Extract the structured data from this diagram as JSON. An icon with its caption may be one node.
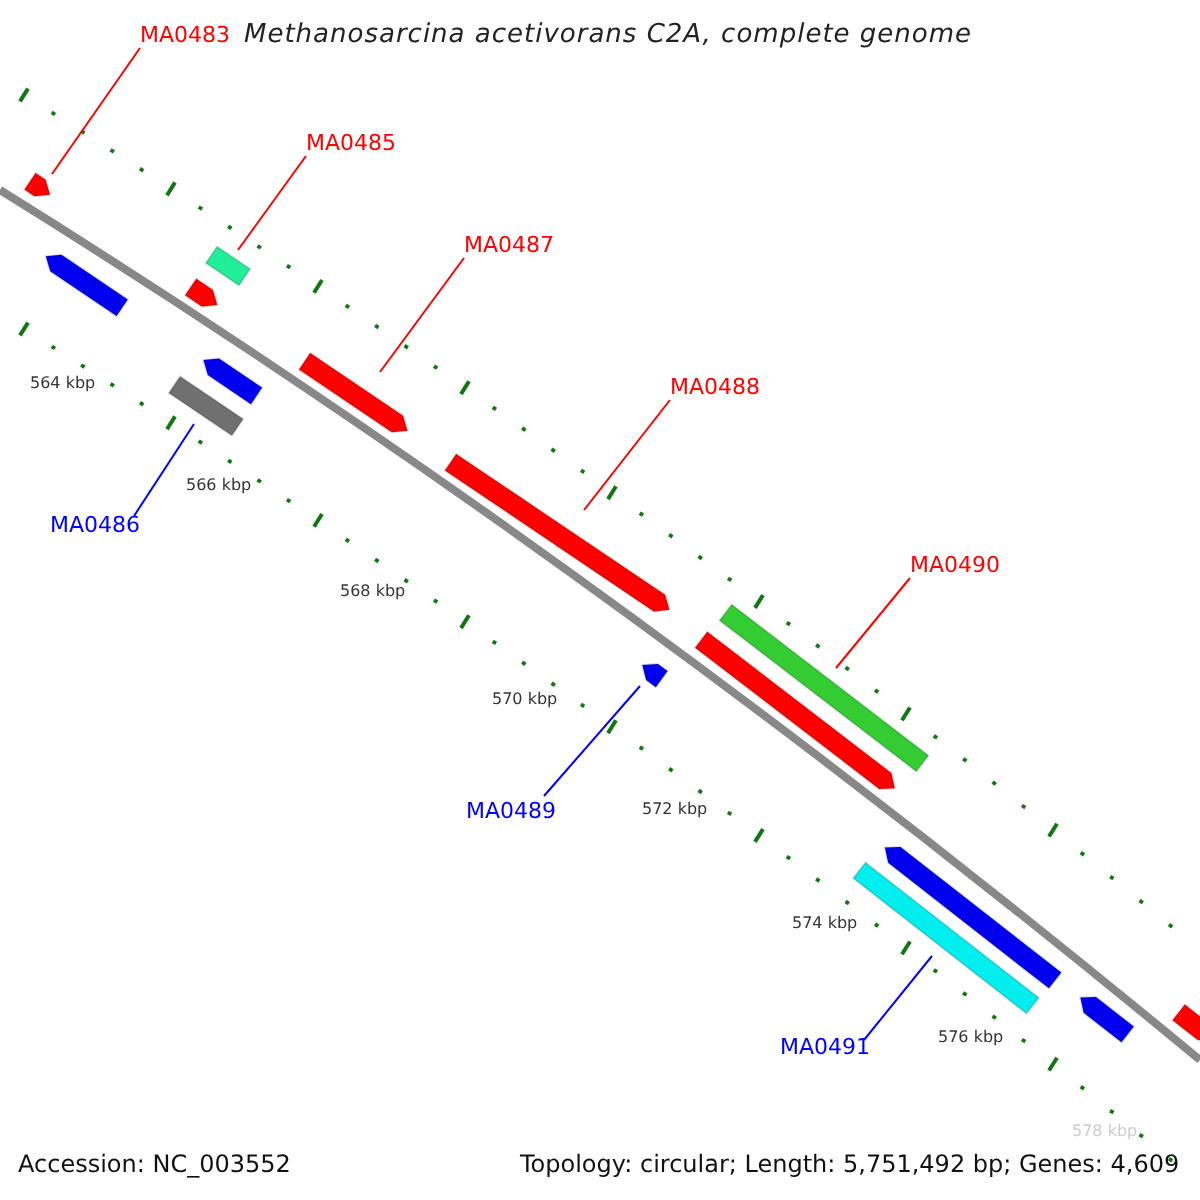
{
  "diagram": {
    "title": "Methanosarcina acetivorans C2A, complete genome",
    "nodes": [
      {
        "text": [
          "MA0483"
        ]
      },
      {
        "text": [
          "MA0485"
        ]
      },
      {
        "text": [
          "MA0487"
        ]
      },
      {
        "text": [
          "MA0488"
        ]
      },
      {
        "text": [
          "MA0486"
        ]
      },
      {
        "text": [
          "MA0490"
        ]
      },
      {
        "text": [
          "MA0489"
        ]
      },
      {
        "text": [
          "MA0491"
        ]
      },
      {
        "text": [],
        "shape": "bar"
      },
      {
        "text": [],
        "shape": "bar"
      },
      {
        "text": [],
        "shape": "bar"
      },
      {
        "text": [],
        "shape": "bar"
      },
      {
        "text": [],
        "shape": "bar"
      },
      {
        "text": [],
        "shape": "bar"
      },
      {
        "text": [],
        "shape": "bar"
      },
      {
        "text": [],
        "shape": "bar"
      },
      {
        "text": [],
        "shape": "bar"
      },
      {
        "text": [],
        "shape": "bar"
      },
      {
        "text": [],
        "shape": "bar"
      },
      {
        "text": [],
        "shape": "bar"
      },
      {
        "text": [],
        "shape": "bar"
      },
      {
        "text": [],
        "shape": "bar"
      },
      {
        "text": [],
        "shape": "bar"
      }
    ],
    "edges": [
      {
        "from": 0,
        "to": 8,
        "arrow": "none"
      },
      {
        "from": 1,
        "to": 10,
        "arrow": "none"
      },
      {
        "from": 2,
        "to": 14,
        "arrow": "none"
      },
      {
        "from": 3,
        "to": 15,
        "arrow": "none"
      },
      {
        "from": 4,
        "to": 13,
        "arrow": "none",
        "color": "#0000ff"
      },
      {
        "from": 5,
        "to": 17,
        "arrow": "none"
      },
      {
        "from": 6,
        "to": 16,
        "arrow": "none",
        "color": "#0000ff"
      },
      {
        "from": 7,
        "to": 20,
        "arrow": "none",
        "color": "#0000ff"
      }
    ],
    "labels": [
      "564 kbp",
      "566 kbp",
      "568 kbp",
      "570 kbp",
      "572 kbp",
      "574 kbp",
      "576 kbp",
      "578 kbp",
      "Accession: NC_003552",
      "Topology: circular; Length: 5,751,492 bp; Genes: 4,609"
    ]
  }
}
